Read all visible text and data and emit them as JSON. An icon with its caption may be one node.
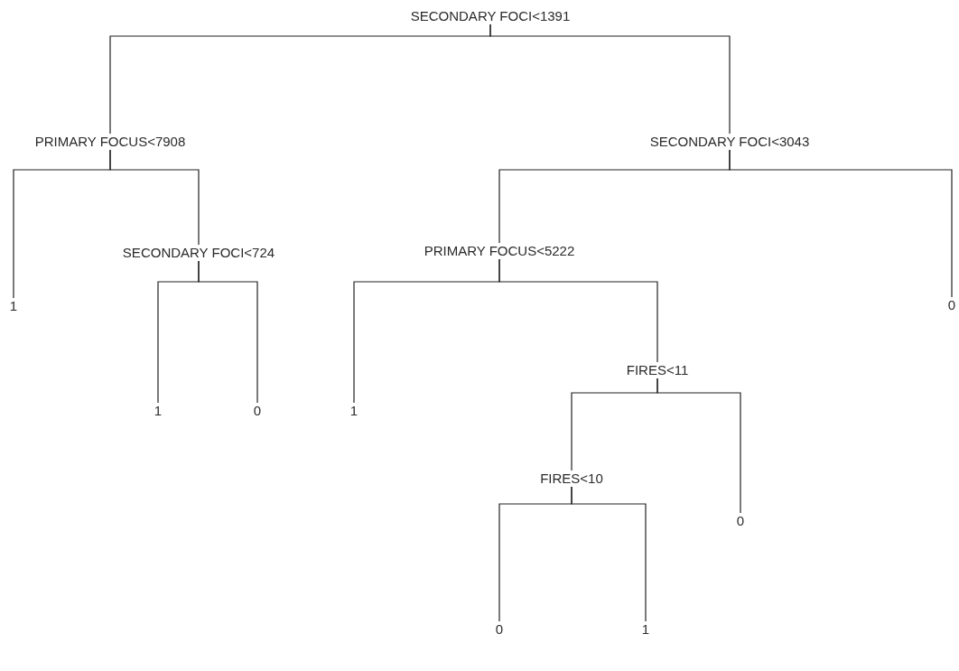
{
  "diagram": {
    "nodes": [
      {
        "text": [
          "SECONDARY FOCI<1391"
        ]
      },
      {
        "text": [
          "PRIMARY FOCUS<7908"
        ]
      },
      {
        "text": [
          "1"
        ]
      },
      {
        "text": [
          "SECONDARY FOCI<724"
        ]
      },
      {
        "text": [
          "1"
        ]
      },
      {
        "text": [
          "0"
        ]
      },
      {
        "text": [
          "SECONDARY FOCI<3043"
        ]
      },
      {
        "text": [
          "PRIMARY FOCUS<5222"
        ]
      },
      {
        "text": [
          "1"
        ]
      },
      {
        "text": [
          "FIRES<11"
        ]
      },
      {
        "text": [
          "FIRES<10"
        ]
      },
      {
        "text": [
          "0"
        ]
      },
      {
        "text": [
          "0"
        ]
      },
      {
        "text": [
          "1"
        ]
      },
      {
        "text": [
          "0"
        ]
      }
    ],
    "edges": [
      {
        "from": 0,
        "to": 1,
        "arrow": "none"
      },
      {
        "from": 0,
        "to": 6,
        "arrow": "none"
      },
      {
        "from": 1,
        "to": 2,
        "arrow": "none"
      },
      {
        "from": 1,
        "to": 3,
        "arrow": "none"
      },
      {
        "from": 3,
        "to": 4,
        "arrow": "none"
      },
      {
        "from": 3,
        "to": 5,
        "arrow": "none"
      },
      {
        "from": 6,
        "to": 7,
        "arrow": "none"
      },
      {
        "from": 6,
        "to": 14,
        "arrow": "none"
      },
      {
        "from": 7,
        "to": 8,
        "arrow": "none"
      },
      {
        "from": 7,
        "to": 9,
        "arrow": "none"
      },
      {
        "from": 9,
        "to": 10,
        "arrow": "none"
      },
      {
        "from": 9,
        "to": 11,
        "arrow": "none"
      },
      {
        "from": 10,
        "to": 12,
        "arrow": "none"
      },
      {
        "from": 10,
        "to": 13,
        "arrow": "none"
      }
    ]
  }
}
